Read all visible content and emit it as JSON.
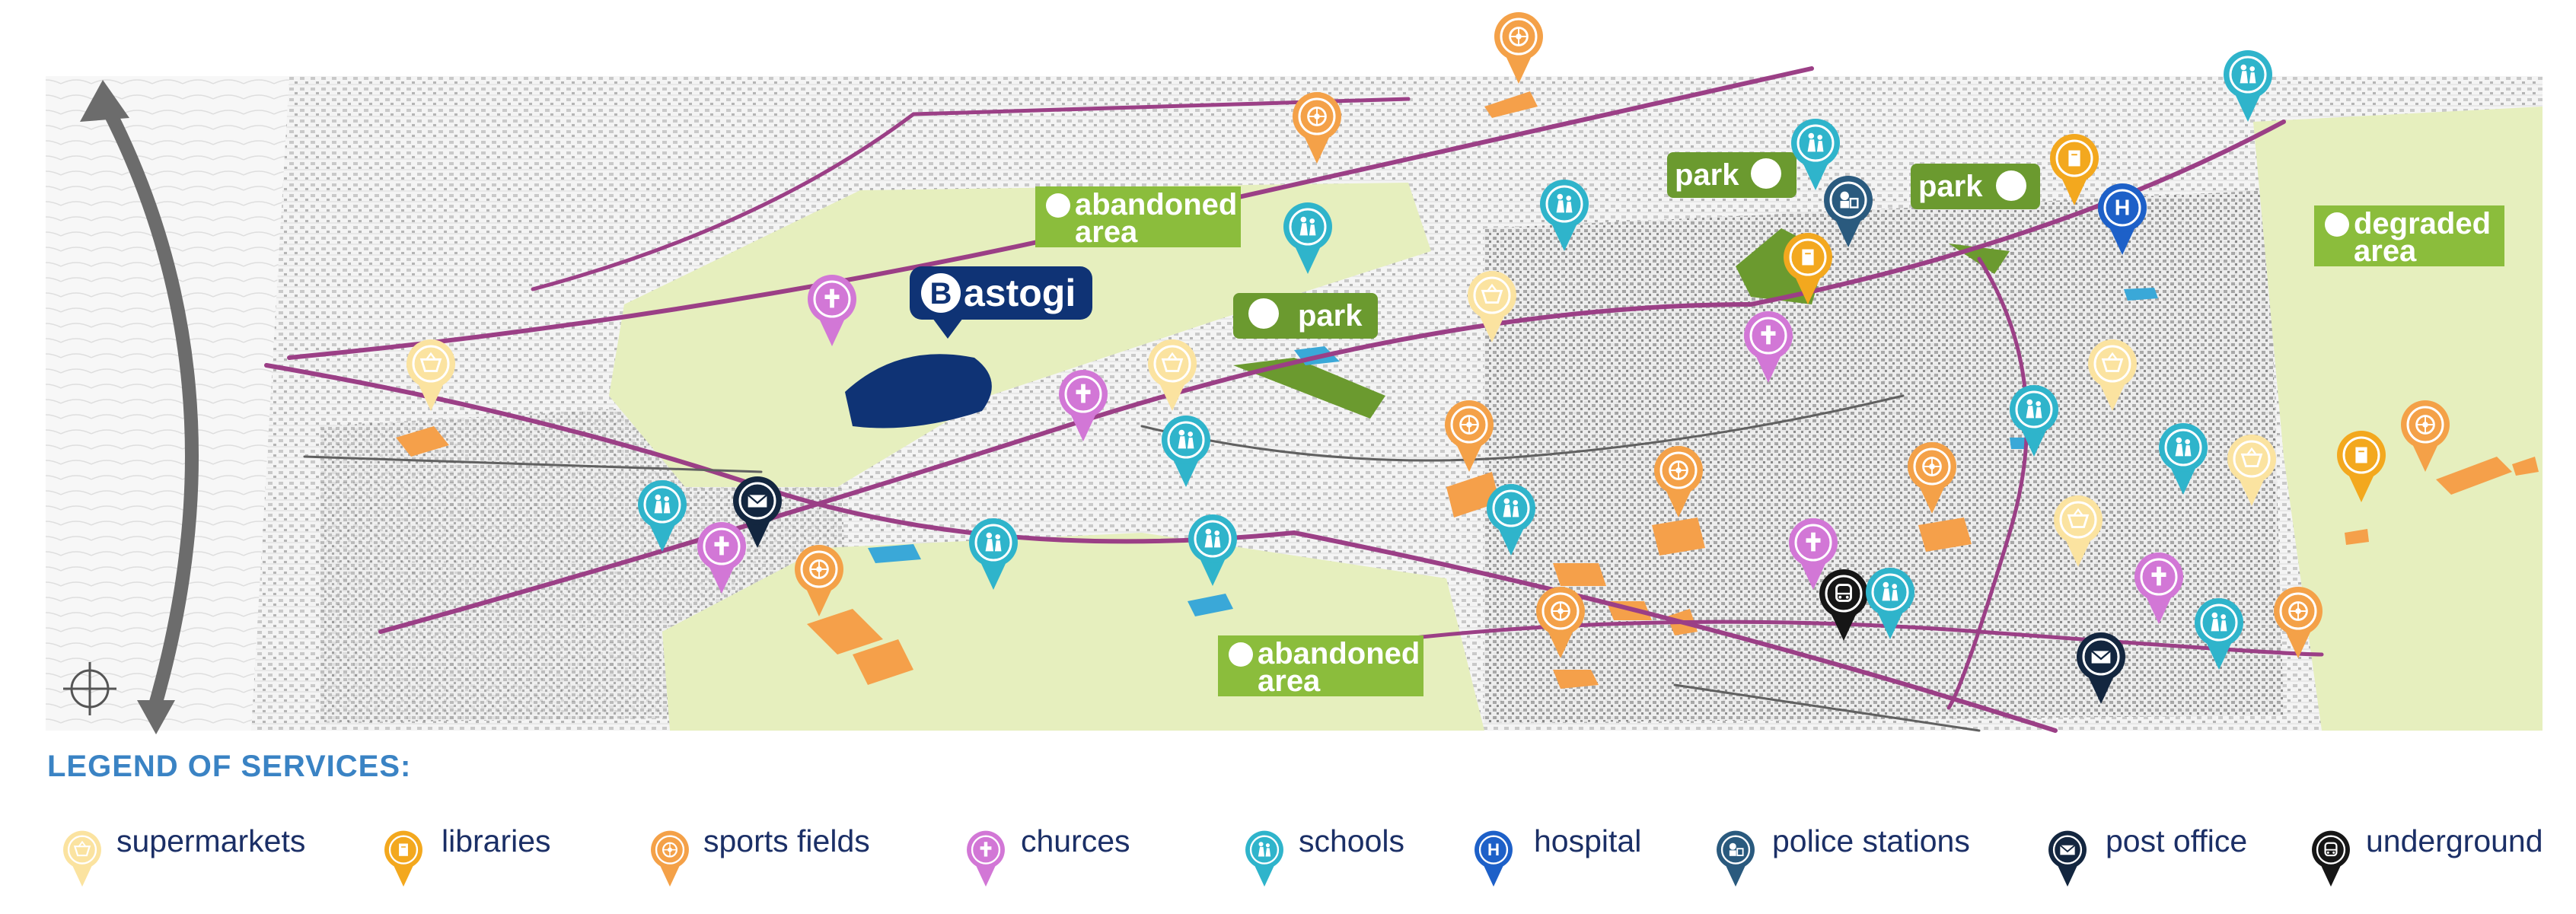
{
  "colors": {
    "green_area": "#8bbd3c",
    "light_green": "#e6efbe",
    "road_purple": "#9b3f86",
    "sports_orange": "#f5a04a",
    "navy": "#0f3375",
    "legend_text": "#1b2f66",
    "legend_title": "#3a83c4",
    "supermarkets": "#fbe3a0",
    "libraries": "#f3a81e",
    "sports_fields": "#f4a148",
    "churches": "#d277d6",
    "schools": "#2fb4cb",
    "hospital": "#1d60c8",
    "police_stations": "#2a5a7e",
    "post_office": "#13263f",
    "underground": "#161616"
  },
  "map": {
    "main_label": "Bastogi",
    "main_label_initial": "B",
    "main_label_rest": "astogi",
    "area_labels": [
      {
        "id": "abandoned-area-north",
        "line1": "abandoned",
        "line2": "area"
      },
      {
        "id": "abandoned-area-south",
        "line1": "abandoned",
        "line2": "area"
      },
      {
        "id": "degraded-area",
        "line1": "degraded",
        "line2": "area"
      }
    ],
    "park_labels": [
      "park",
      "park",
      "park"
    ],
    "markers": [
      {
        "service": "sports-field",
        "icon": "football-icon"
      },
      {
        "service": "school",
        "icon": "children-icon"
      },
      {
        "service": "library",
        "icon": "book-icon"
      },
      {
        "service": "hospital",
        "icon": "hospital-h-icon",
        "letter": "H"
      },
      {
        "service": "police-station",
        "icon": "police-icon"
      },
      {
        "service": "post-office",
        "icon": "envelope-icon"
      },
      {
        "service": "underground",
        "icon": "metro-icon"
      },
      {
        "service": "church",
        "icon": "cross-icon"
      },
      {
        "service": "supermarket",
        "icon": "basket-icon"
      }
    ]
  },
  "legend": {
    "title": "LEGEND OF SERVICES:",
    "items": [
      {
        "key": "supermarkets",
        "label": "supermarkets",
        "icon": "basket-icon"
      },
      {
        "key": "libraries",
        "label": "libraries",
        "icon": "book-icon"
      },
      {
        "key": "sports_fields",
        "label": "sports fields",
        "icon": "football-icon"
      },
      {
        "key": "churches",
        "label": "churces",
        "icon": "cross-icon"
      },
      {
        "key": "schools",
        "label": "schools",
        "icon": "children-icon"
      },
      {
        "key": "hospital",
        "label": "hospital",
        "icon": "hospital-h-icon"
      },
      {
        "key": "police_stations",
        "label": "police stations",
        "icon": "police-icon"
      },
      {
        "key": "post_office",
        "label": "post office",
        "icon": "envelope-icon"
      },
      {
        "key": "underground",
        "label": "underground",
        "icon": "metro-icon"
      }
    ]
  }
}
